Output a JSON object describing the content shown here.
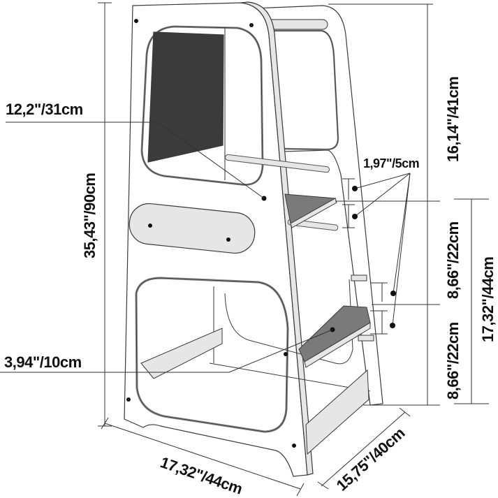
{
  "diagram": {
    "subject": "Learning tower / kitchen helper stool with chalkboard",
    "colors": {
      "background": "#ffffff",
      "outline": "#3a3a3a",
      "panel_fill": "#ffffff",
      "edge_fill": "#e6e6e6",
      "chalkboard": "#3b3b3b",
      "step_top": "#7a7a7a",
      "dimension_line": "#333333",
      "label_text": "#111111"
    },
    "dimensions": {
      "total_height": "35,43\"/90cm",
      "top_section_height": "16,14\"/41cm",
      "window_height": "12,2\"/31cm",
      "step_adjust_spacing": "1,97\"/5cm",
      "upper_step_gap": "8,66\"/22cm",
      "lower_step_gap": "8,66\"/22cm",
      "step_height_total": "17,32\"/44cm",
      "bottom_gap": "3,94\"/10cm",
      "width": "17,32\"/44cm",
      "depth": "15,75\"/40cm"
    }
  }
}
